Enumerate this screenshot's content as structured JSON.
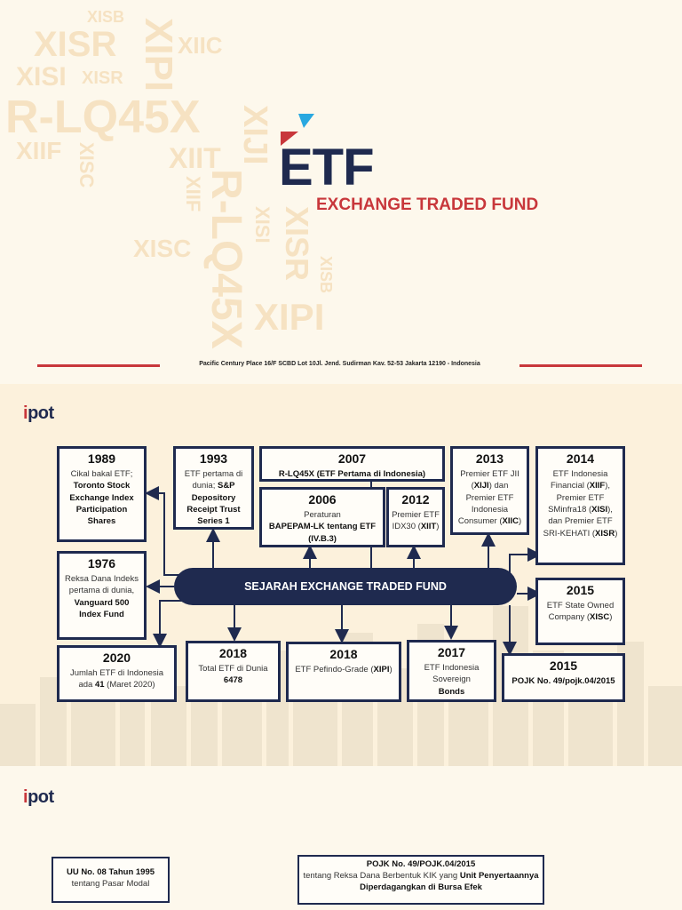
{
  "slide1": {
    "watermark": [
      "XISB",
      "XISR",
      "XIPI",
      "XIIC",
      "XISI",
      "XISR",
      "R-LQ45X",
      "XIIF",
      "XISC",
      "XIIT",
      "XIJI",
      "XIIF",
      "XISI",
      "R-LQ45X",
      "XISC",
      "XISR",
      "XISB",
      "XIPI"
    ],
    "logo_text": "ETF",
    "subtitle": "EXCHANGE TRADED FUND",
    "address": "Pacific Century Place 16/F SCBD Lot 10Jl. Jend. Sudirman Kav. 52-53 Jakarta 12190 - Indonesia",
    "colors": {
      "navy": "#1f2a4f",
      "red": "#c8373b",
      "cyan": "#29a8e0"
    }
  },
  "slide2": {
    "brand": "ipot",
    "center_title": "SEJARAH EXCHANGE TRADED FUND",
    "boxes": {
      "b1989": {
        "year": "1989",
        "line1": "Cikal bakal ETF;",
        "bold": "Toronto Stock Exchange Index Participation Shares"
      },
      "b1976": {
        "year": "1976",
        "line1": "Reksa Dana Indeks pertama di dunia,",
        "bold": "Vanguard 500 Index Fund"
      },
      "b1993": {
        "year": "1993",
        "line1": "ETF pertama di dunia;",
        "bold": "S&P Depository Receipt Trust Series 1"
      },
      "b2007": {
        "year": "2007",
        "bold": "R-LQ45X (ETF Pertama di Indonesia)"
      },
      "b2006": {
        "year": "2006",
        "line1": "Peraturan",
        "bold": "BAPEPAM-LK tentang ETF (IV.B.3)"
      },
      "b2012": {
        "year": "2012",
        "line1": "Premier ETF IDX30 (",
        "bold": "XIIT",
        "line2": ")"
      },
      "b2013": {
        "year": "2013",
        "line1": "Premier ETF JII (",
        "bold1": "XIJI",
        "line2": ") dan Premier ETF Indonesia Consumer (",
        "bold2": "XIIC",
        "line3": ")"
      },
      "b2014": {
        "year": "2014",
        "line1": "ETF Indonesia Financial (",
        "bold1": "XIIF",
        "line2": "), Premier ETF SMinfra18 (",
        "bold2": "XISI",
        "line3": "), dan Premier ETF SRI-KEHATI (",
        "bold3": "XISR",
        "line4": ")"
      },
      "b2015a": {
        "year": "2015",
        "line1": "ETF State Owned Company (",
        "bold": "XISC",
        "line2": ")"
      },
      "b2015b": {
        "year": "2015",
        "bold": "POJK No. 49/pojk.04/2015"
      },
      "b2017": {
        "year": "2017",
        "line1": "ETF Indonesia Sovereign",
        "bold": "Bonds"
      },
      "b2018a": {
        "year": "2018",
        "line1": "ETF Pefindo-Grade (",
        "bold": "XIPI",
        "line2": ")"
      },
      "b2018b": {
        "year": "2018",
        "line1": "Total ETF di Dunia",
        "bold": "6478"
      },
      "b2020": {
        "year": "2020",
        "line1": "Jumlah ETF di Indonesia ada",
        "bold": "41",
        "line2": "(Maret 2020)"
      }
    }
  },
  "slide3": {
    "brand": "ipot",
    "box_left": {
      "bold": "UU No. 08 Tahun 1995",
      "line": "tentang Pasar Modal"
    },
    "box_right": {
      "bold1": "POJK No. 49/POJK.04/2015",
      "line": "tentang Reksa Dana Berbentuk KIK yang",
      "bold2": "Unit Penyertaannya Diperdagangkan di Bursa Efek"
    }
  }
}
